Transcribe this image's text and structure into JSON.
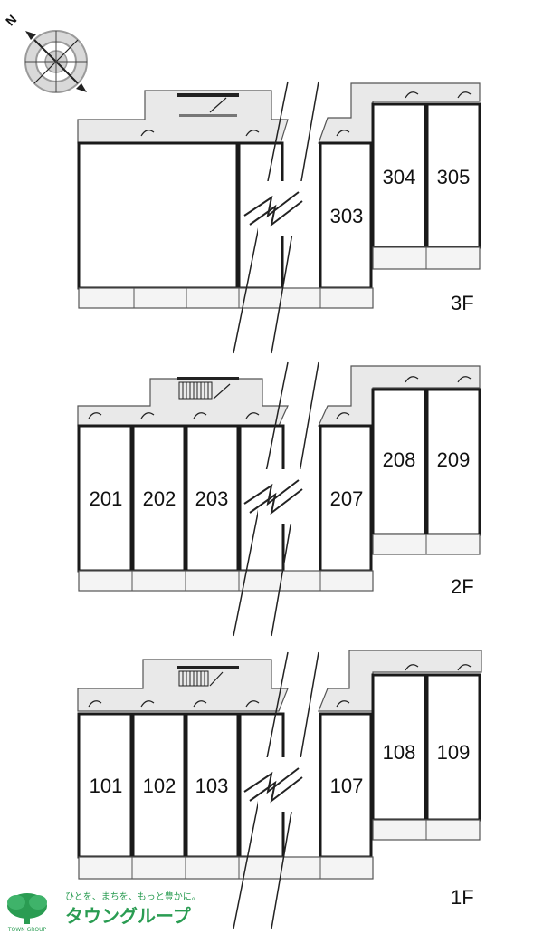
{
  "compass": {
    "north_label": "N",
    "icon": "compass-rose-icon"
  },
  "floors": [
    {
      "label": "3F",
      "rooms": [
        "303",
        "304",
        "305"
      ]
    },
    {
      "label": "2F",
      "rooms": [
        "201",
        "202",
        "203",
        "207",
        "208",
        "209"
      ]
    },
    {
      "label": "1F",
      "rooms": [
        "101",
        "102",
        "103",
        "107",
        "108",
        "109"
      ]
    }
  ],
  "logo": {
    "tagline": "ひとを、まちを、もっと豊かに。",
    "name": "タウングループ",
    "sub": "TOWN GROUP",
    "color": "#2a9c52"
  },
  "colors": {
    "wall": "#1a1a1a",
    "corridor": "#e9e9e9",
    "balcony": "#f4f4f4"
  }
}
